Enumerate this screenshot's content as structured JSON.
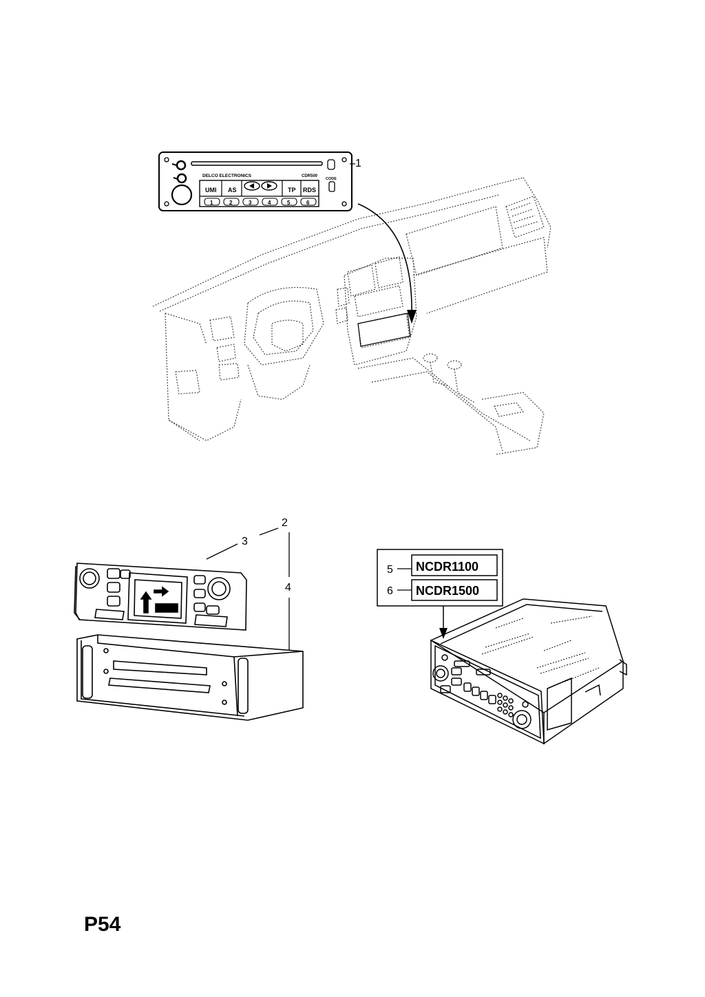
{
  "page": {
    "page_code": "P54"
  },
  "radio_faceplate": {
    "brand_text": "DELCO   ELECTRONICS",
    "model_text": "CDR500",
    "code_text": "CODE",
    "buttons": [
      "UMI",
      "AS",
      "TP",
      "RDS"
    ],
    "presets": [
      "1",
      "2",
      "3",
      "4",
      "5",
      "6"
    ]
  },
  "callouts": {
    "c1": "1",
    "c2": "2",
    "c3": "3",
    "c4": "4",
    "c5": "5",
    "c6": "6"
  },
  "part_labels": {
    "label5": "NCDR1100",
    "label6": "NCDR1500"
  },
  "colors": {
    "ink": "#000000",
    "paper": "#ffffff",
    "dash_line": "#555555"
  }
}
